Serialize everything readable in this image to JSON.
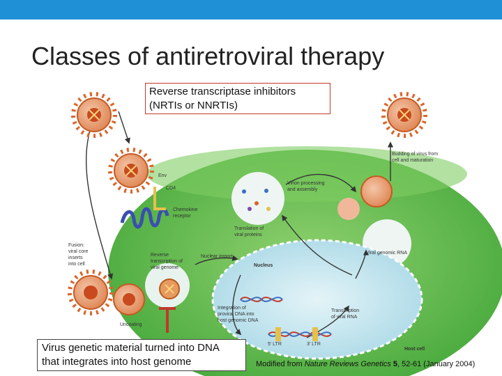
{
  "slide": {
    "title": "Classes of antiretroviral therapy",
    "accent_color": "#1f8fd6"
  },
  "callouts": {
    "rt_line1": "Reverse transcriptase inhibitors",
    "rt_line2": "(NRTIs or NNRTIs)",
    "int_line1": "Virus genetic material turned into DNA",
    "int_line2": "that integrates into host genome"
  },
  "credit": {
    "prefix": "Modified from ",
    "journal": "Nature Reviews Genetics",
    "volume": "5",
    "pages": ", 52-61 (January 2004)"
  },
  "diagram_labels": {
    "env": "Env",
    "cd4": "CD4",
    "chemokine_1": "Chemokine",
    "chemokine_2": "receptor",
    "fusion_1": "Fusion:",
    "fusion_2": "viral core",
    "fusion_3": "inserts",
    "fusion_4": "into cell",
    "uncoating": "Uncoating",
    "rt_1": "Reverse",
    "rt_2": "transcription of",
    "rt_3": "viral genome",
    "nuclear_import": "Nuclear import",
    "nucleus": "Nucleus",
    "integration_1": "Integration of",
    "integration_2": "proviral DNA into",
    "integration_3": "host genomic DNA",
    "ltr5": "5' LTR",
    "ltr3": "3' LTR",
    "host_cell": "Host cell",
    "transcription_1": "Transcription",
    "transcription_2": "of viral RNA",
    "viral_genomic_rna": "Viral genomic RNA",
    "translation_1": "Translation of",
    "translation_2": "viral proteins",
    "virion_1": "Virion processing",
    "virion_2": "and assembly",
    "budding_1": "Budding of virus from",
    "budding_2": "cell and maturation"
  },
  "colors": {
    "cell_green": "#5cbf48",
    "nucleus_blue": "#bfe4ef",
    "virus_red": "#d9652a",
    "inhibitor_red": "#c0392b"
  }
}
